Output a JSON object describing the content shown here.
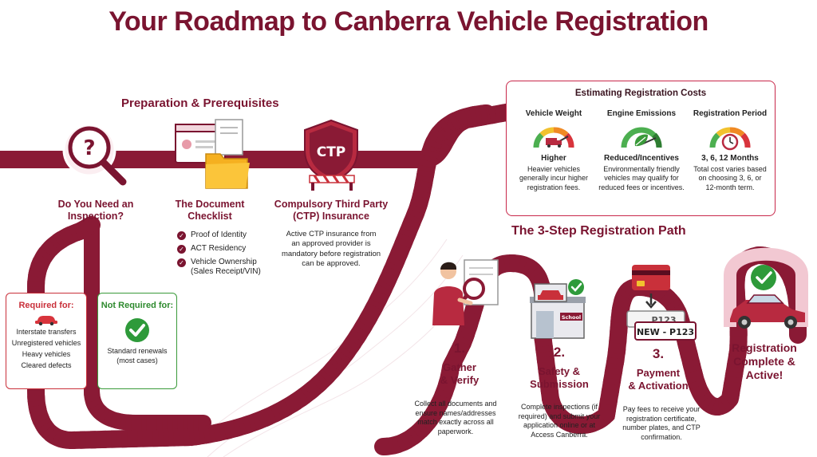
{
  "title": "Your Roadmap to Canberra Vehicle Registration",
  "preparation": {
    "heading": "Preparation & Prerequisites",
    "inspection": {
      "label_line1": "Do You Need an",
      "label_line2": "Inspection?",
      "required": {
        "heading": "Required for:",
        "items": [
          "Interstate transfers",
          "Unregistered vehicles",
          "Heavy vehicles",
          "Cleared defects"
        ]
      },
      "not_required": {
        "heading": "Not Required for:",
        "items": [
          "Standard renewals",
          "(most cases)"
        ]
      }
    },
    "documents": {
      "label_line1": "The Document",
      "label_line2": "Checklist",
      "items": [
        "Proof of Identity",
        "ACT Residency",
        "Vehicle Ownership",
        "(Sales Receipt/VIN)"
      ]
    },
    "ctp": {
      "shield_text": "CTP",
      "label_line1": "Compulsory Third Party",
      "label_line2": "(CTP) Insurance",
      "description": [
        "Active CTP insurance from",
        "an approved provider is",
        "mandatory before registration",
        "can be approved."
      ]
    }
  },
  "costs": {
    "heading": "Estimating Registration Costs",
    "columns": [
      {
        "title": "Vehicle Weight",
        "value": "Higher",
        "desc": [
          "Heavier vehicles",
          "generally incur higher",
          "registration fees."
        ],
        "icon": "truck-icon"
      },
      {
        "title": "Engine Emissions",
        "value": "Reduced/Incentives",
        "desc": [
          "Environmentally friendly",
          "vehicles may qualify for",
          "reduced fees or incentives."
        ],
        "icon": "leaf-icon"
      },
      {
        "title": "Registration Period",
        "value": "3, 6, 12 Months",
        "desc": [
          "Total cost varies based",
          "on choosing 3, 6, or",
          "12-month term."
        ],
        "icon": "clock-icon"
      }
    ]
  },
  "path": {
    "heading": "The 3-Step Registration Path",
    "steps": [
      {
        "num": "1.",
        "title_line1": "Gather",
        "title_line2": "& Verify",
        "desc": [
          "Collect all documents and",
          "ensure names/addresses",
          "match exactly across all",
          "paperwork."
        ]
      },
      {
        "num": "2.",
        "title_line1": "Safety &",
        "title_line2": "Submission",
        "desc": [
          "Complete inspections (if",
          "required) and submit your",
          "application online or at",
          "Access Canberra."
        ],
        "sign": "School"
      },
      {
        "num": "3.",
        "title_line1": "Payment",
        "title_line2": "& Activation",
        "desc": [
          "Pay fees to receive your",
          "registration certificate,",
          "number plates, and CTP",
          "confirmation."
        ],
        "plate_back": "P123",
        "plate_front": "NEW - P123"
      }
    ],
    "complete": {
      "line1": "Registration",
      "line2": "Complete &",
      "line3": "Active!"
    }
  },
  "colors": {
    "road": "#8a1a35",
    "accent": "#7a1430",
    "required": "#c9303a",
    "not_required": "#3a9a3a",
    "check_green": "#2e9a3a"
  }
}
